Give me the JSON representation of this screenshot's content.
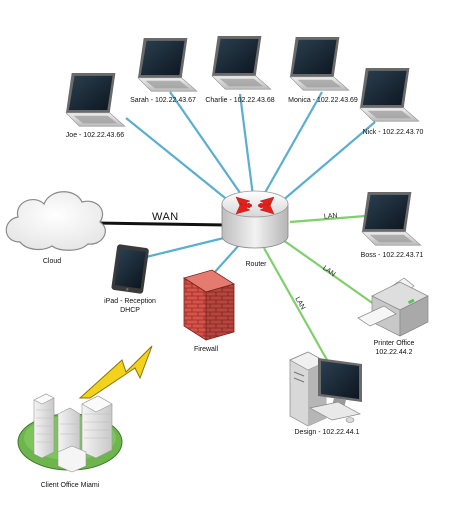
{
  "diagram": {
    "links": {
      "wan_label": "WAN",
      "lan_labels": [
        "LAN",
        "LAN",
        "LAN"
      ]
    },
    "nodes": {
      "sarah": "Sarah - 102.22.43.67",
      "charlie": "Charlie - 102.22.43.68",
      "monica": "Monica - 102.22.43.69",
      "joe": "Joe - 102.22.43.66",
      "nick": "Nick - 102.22.43.70",
      "boss": "Boss - 102.22.43.71",
      "cloud": "Cloud",
      "router": "Router",
      "ipad_line1": "iPad - Reception",
      "ipad_line2": "DHCP",
      "firewall": "Firewall",
      "printer_line1": "Printer Office",
      "printer_line2": "102.22.44.2",
      "design": "Design - 102.22.44.1",
      "client_office": "Client Office Miami"
    },
    "colors": {
      "wifi_link": "#5aaed0",
      "lan_link": "#7fcf6a",
      "wan_link": "#111111",
      "router_arrows": "#e2201c",
      "firewall_brick": "#d9534a",
      "lightning": "#f2d21a"
    }
  }
}
